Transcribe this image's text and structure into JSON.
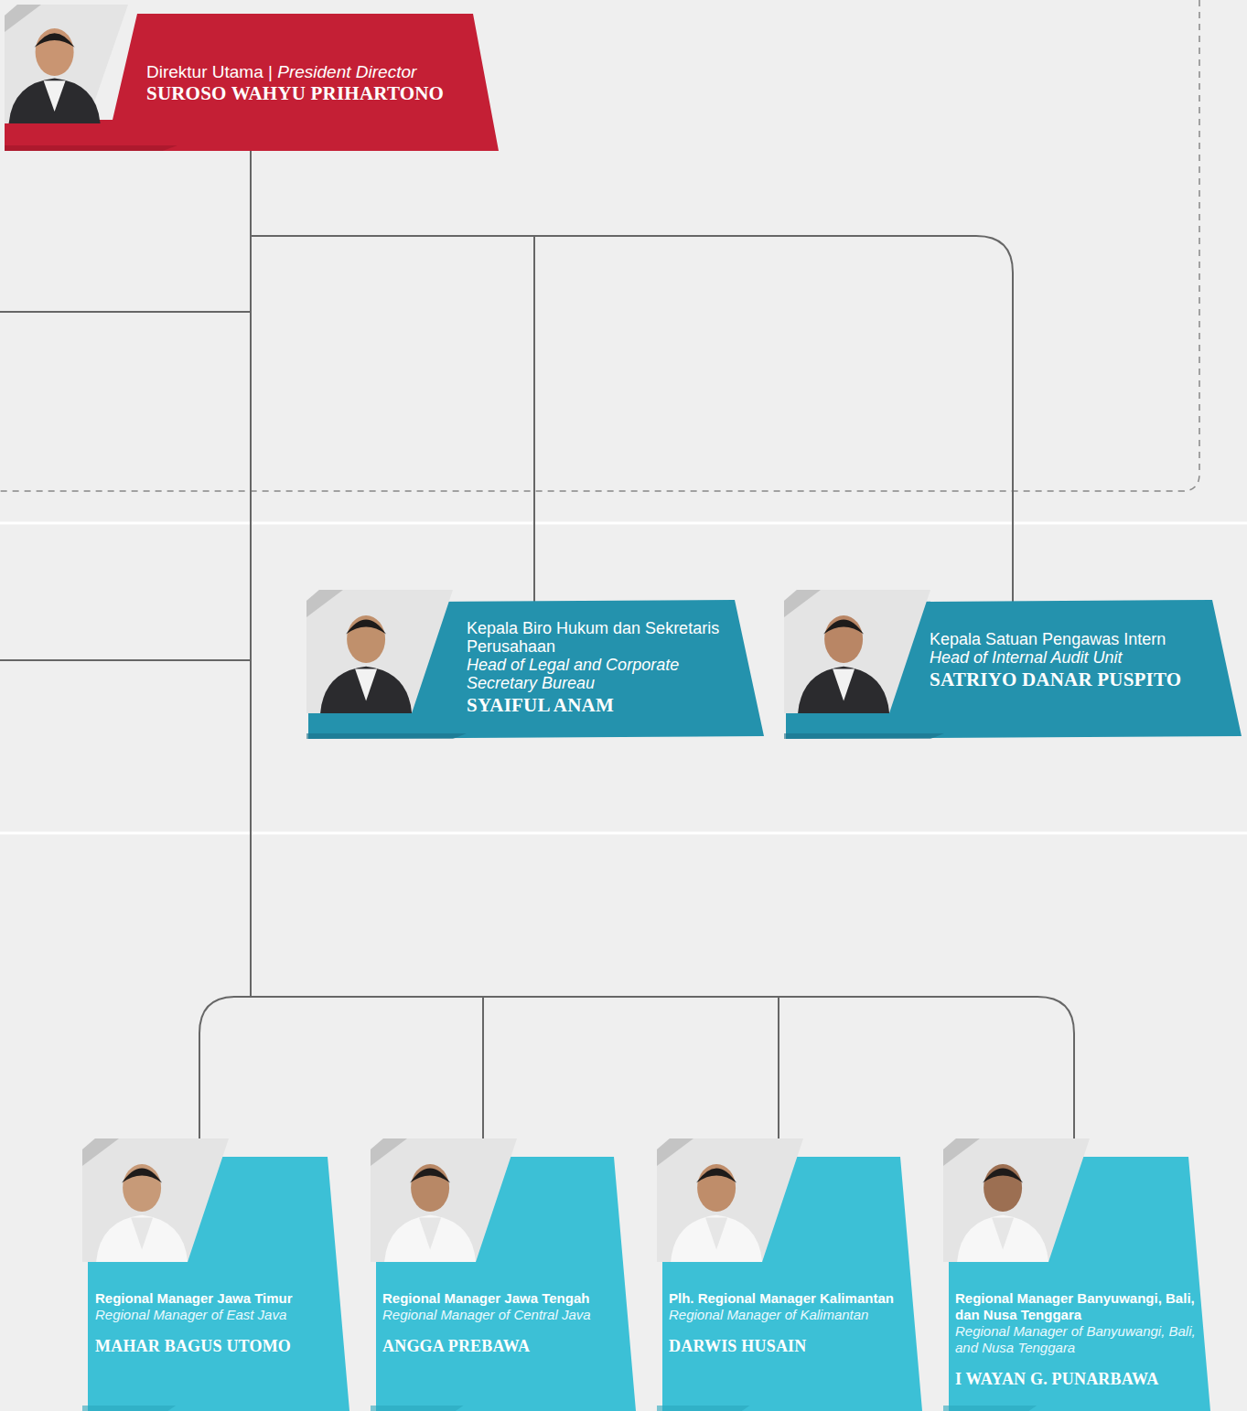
{
  "diagram": {
    "nodes": [
      {
        "text": [
          "Direktur Utama |",
          "President Director",
          "SUROSO WAHYU PRIHARTONO"
        ]
      },
      {
        "text": [
          "Kepala Biro Hukum dan Sekretaris Perusahaan",
          "Head of Legal and Corporate Secretary Bureau",
          "SYAIFUL ANAM"
        ]
      },
      {
        "text": [
          "Kepala Satuan Pengawas Intern",
          "Head of Internal Audit Unit",
          "SATRIYO DANAR PUSPITO"
        ]
      },
      {
        "text": [
          "Regional Manager Jawa Timur",
          "Regional Manager of East Java",
          "MAHAR BAGUS UTOMO"
        ]
      },
      {
        "text": [
          "Regional Manager Jawa Tengah",
          "Regional Manager of Central Java",
          "ANGGA PREBAWA"
        ]
      },
      {
        "text": [
          "Plh. Regional Manager Kalimantan",
          "Regional Manager of Kalimantan",
          "DARWIS HUSAIN"
        ]
      },
      {
        "text": [
          "Regional Manager Banyuwangi, Bali, dan Nusa Tenggara",
          "Regional Manager of Banyuwangi, Bali, and Nusa Tenggara",
          "I WAYAN G. PUNARBAWA"
        ]
      }
    ],
    "edges": [
      {
        "from": 0,
        "to": 1,
        "arrow": "none"
      },
      {
        "from": 0,
        "to": 2,
        "arrow": "none"
      },
      {
        "from": 0,
        "to": 3,
        "arrow": "none"
      },
      {
        "from": 0,
        "to": 4,
        "arrow": "none"
      },
      {
        "from": 0,
        "to": 5,
        "arrow": "none"
      },
      {
        "from": 0,
        "to": 6,
        "arrow": "none"
      }
    ]
  }
}
